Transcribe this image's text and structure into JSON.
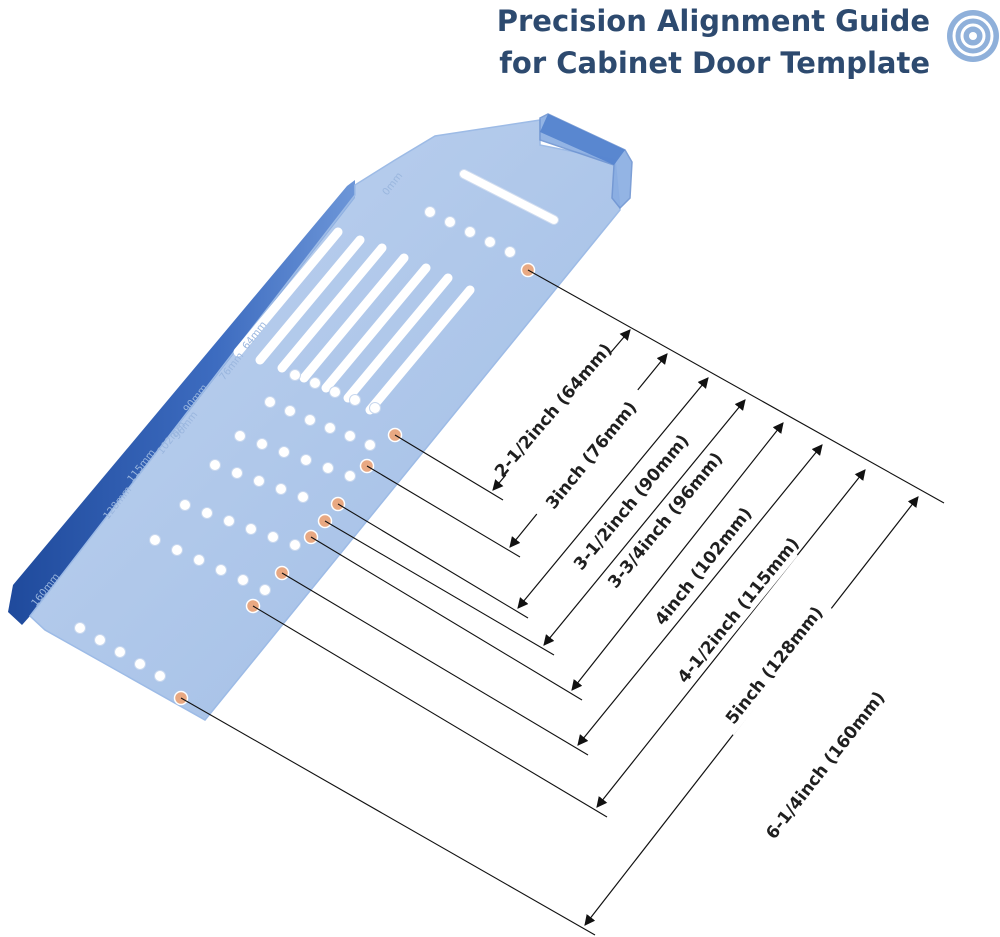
{
  "title": {
    "line1": "Precision Alignment Guide",
    "line2": "for Cabinet Door Template"
  },
  "colors": {
    "title": "#2d4a6f",
    "icon": "#8fb0da",
    "template_fill": "#7fa6dc",
    "template_edge": "#2f5aa8",
    "marker_hole": "#e8a882"
  },
  "icons": {
    "title_icon": "concentric-circles-icon"
  },
  "dimensions": [
    {
      "label": "2-1/2inch (64mm)"
    },
    {
      "label": "3inch (76mm)"
    },
    {
      "label": "3-1/2inch (90mm)"
    },
    {
      "label": "3-3/4inch (96mm)"
    },
    {
      "label": "4inch (102mm)"
    },
    {
      "label": "4-1/2inch (115mm)"
    },
    {
      "label": "5inch (128mm)"
    },
    {
      "label": "6-1/4inch (160mm)"
    }
  ],
  "template_marks": [
    "0mm",
    "64mm",
    "76mm",
    "90mm",
    "96mm",
    "102mm",
    "115mm",
    "128mm",
    "160mm"
  ]
}
